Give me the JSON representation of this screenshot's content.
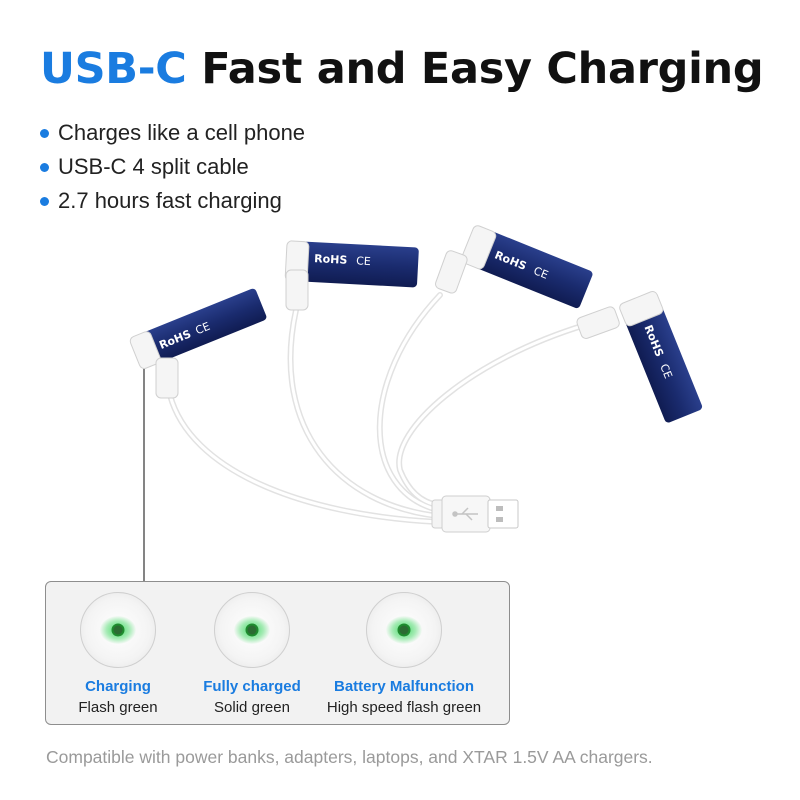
{
  "headline": {
    "accent": "USB-C",
    "rest": "Fast and Easy Charging",
    "accent_color": "#1a7ce0"
  },
  "features": [
    "Charges like a cell phone",
    "USB-C 4 split cable",
    "2.7 hours fast charging"
  ],
  "battery": {
    "logo_text": "RoHS",
    "mark_text": "CE",
    "label_color": "#1d2f73",
    "count": 4
  },
  "cable": {
    "connector": "USB-A",
    "icon": "usb-icon",
    "color": "#ffffff"
  },
  "indicators": [
    {
      "title": "Charging",
      "desc": "Flash green",
      "led_color": "#3cd75f"
    },
    {
      "title": "Fully charged",
      "desc": "Solid green",
      "led_color": "#3cd75f"
    },
    {
      "title": "Battery Malfunction",
      "desc": "High speed flash green",
      "led_color": "#3cd75f"
    }
  ],
  "footnote": "Compatible with power banks, adapters, laptops, and XTAR 1.5V AA chargers."
}
